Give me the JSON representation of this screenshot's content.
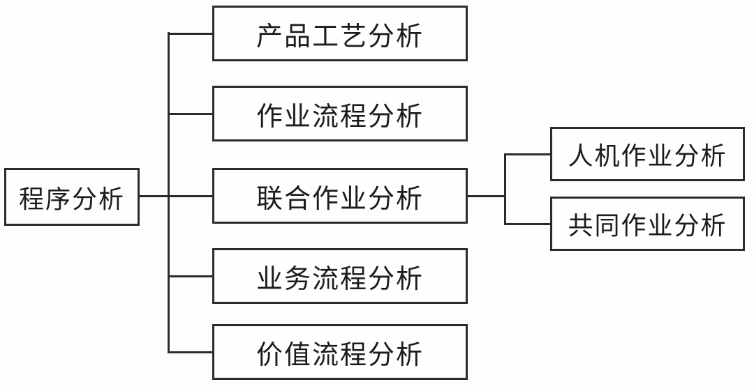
{
  "diagram": {
    "type": "tree",
    "direction": "left-to-right",
    "root": {
      "label": "程序分析"
    },
    "level1": [
      {
        "label": "产品工艺分析",
        "children": []
      },
      {
        "label": "作业流程分析",
        "children": []
      },
      {
        "label": "联合作业分析",
        "children": [
          {
            "label": "人机作业分析"
          },
          {
            "label": "共同作业分析"
          }
        ]
      },
      {
        "label": "业务流程分析",
        "children": []
      },
      {
        "label": "价值流程分析",
        "children": []
      }
    ],
    "colors": {
      "background": "#fdfdfd",
      "line": "#2b2b2b",
      "box_border": "#2b2b2b",
      "box_fill": "#fefefe",
      "text": "#1c1c1c"
    }
  }
}
